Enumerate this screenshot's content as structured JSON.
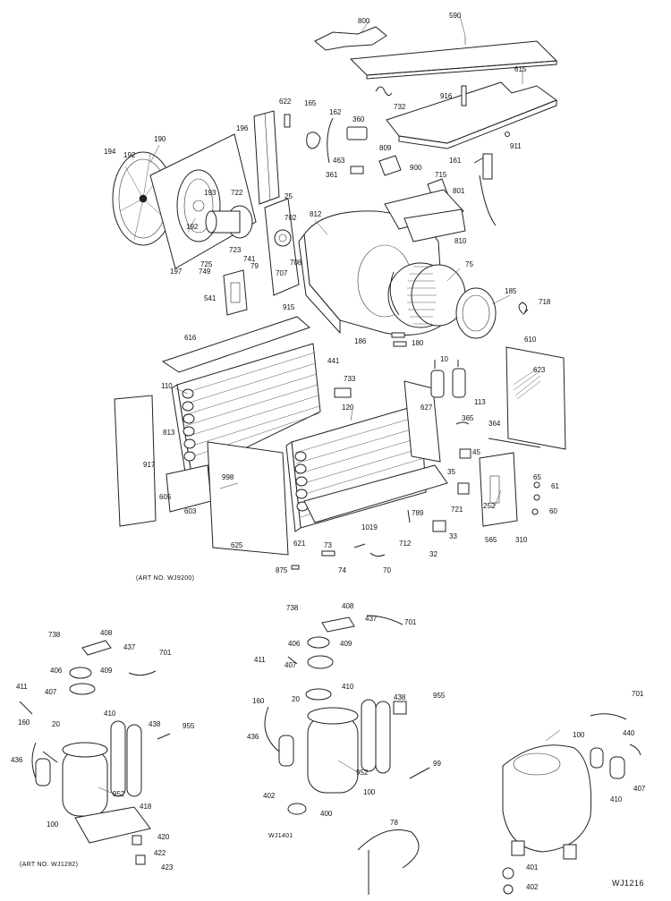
{
  "art_numbers": {
    "main": "(ART NO. WJ9200)",
    "bottom_left": "(ART NO. WJ1282)",
    "bottom_mid": "WJ1401",
    "corner_tag": "WJ1216"
  },
  "callouts": [
    {
      "id": "c800",
      "text": "800"
    },
    {
      "id": "c590",
      "text": "590"
    },
    {
      "id": "c615",
      "text": "615"
    },
    {
      "id": "c732",
      "text": "732"
    },
    {
      "id": "c916",
      "text": "916"
    },
    {
      "id": "c911",
      "text": "911"
    },
    {
      "id": "c622",
      "text": "622"
    },
    {
      "id": "c165",
      "text": "165"
    },
    {
      "id": "c162",
      "text": "162"
    },
    {
      "id": "c360",
      "text": "360"
    },
    {
      "id": "c196",
      "text": "196"
    },
    {
      "id": "c190",
      "text": "190"
    },
    {
      "id": "c194",
      "text": "194"
    },
    {
      "id": "c192a",
      "text": "192"
    },
    {
      "id": "c193",
      "text": "193"
    },
    {
      "id": "c192b",
      "text": "192"
    },
    {
      "id": "c722",
      "text": "722"
    },
    {
      "id": "c25",
      "text": "25"
    },
    {
      "id": "c463",
      "text": "463"
    },
    {
      "id": "c361",
      "text": "361"
    },
    {
      "id": "c809",
      "text": "809"
    },
    {
      "id": "c900",
      "text": "900"
    },
    {
      "id": "c715",
      "text": "715"
    },
    {
      "id": "c161",
      "text": "161"
    },
    {
      "id": "c801",
      "text": "801"
    },
    {
      "id": "c812",
      "text": "812"
    },
    {
      "id": "c702",
      "text": "702"
    },
    {
      "id": "c810",
      "text": "810"
    },
    {
      "id": "c725",
      "text": "725"
    },
    {
      "id": "c723",
      "text": "723"
    },
    {
      "id": "c741",
      "text": "741"
    },
    {
      "id": "c749",
      "text": "749"
    },
    {
      "id": "c79",
      "text": "79"
    },
    {
      "id": "c708",
      "text": "708"
    },
    {
      "id": "c707",
      "text": "707"
    },
    {
      "id": "c197",
      "text": "197"
    },
    {
      "id": "c75",
      "text": "75"
    },
    {
      "id": "c185",
      "text": "185"
    },
    {
      "id": "c718",
      "text": "718"
    },
    {
      "id": "c541",
      "text": "541"
    },
    {
      "id": "c915",
      "text": "915"
    },
    {
      "id": "c186",
      "text": "186"
    },
    {
      "id": "c180",
      "text": "180"
    },
    {
      "id": "c616",
      "text": "616"
    },
    {
      "id": "c441",
      "text": "441"
    },
    {
      "id": "c610",
      "text": "610"
    },
    {
      "id": "c10",
      "text": "10"
    },
    {
      "id": "c623",
      "text": "623"
    },
    {
      "id": "c110",
      "text": "110"
    },
    {
      "id": "c733",
      "text": "733"
    },
    {
      "id": "c113",
      "text": "113"
    },
    {
      "id": "c120",
      "text": "120"
    },
    {
      "id": "c627",
      "text": "627"
    },
    {
      "id": "c365",
      "text": "365"
    },
    {
      "id": "c364",
      "text": "364"
    },
    {
      "id": "c813",
      "text": "813"
    },
    {
      "id": "c45",
      "text": "45"
    },
    {
      "id": "c917",
      "text": "917"
    },
    {
      "id": "c998",
      "text": "998"
    },
    {
      "id": "c65",
      "text": "65"
    },
    {
      "id": "c35",
      "text": "35"
    },
    {
      "id": "c61",
      "text": "61"
    },
    {
      "id": "c252",
      "text": "252"
    },
    {
      "id": "c605",
      "text": "605"
    },
    {
      "id": "c603",
      "text": "603"
    },
    {
      "id": "c789",
      "text": "789"
    },
    {
      "id": "c721",
      "text": "721"
    },
    {
      "id": "c60",
      "text": "60"
    },
    {
      "id": "c1019",
      "text": "1019"
    },
    {
      "id": "c712",
      "text": "712"
    },
    {
      "id": "c33",
      "text": "33"
    },
    {
      "id": "c565",
      "text": "565"
    },
    {
      "id": "c310",
      "text": "310"
    },
    {
      "id": "c625",
      "text": "625"
    },
    {
      "id": "c621",
      "text": "621"
    },
    {
      "id": "c73",
      "text": "73"
    },
    {
      "id": "c32",
      "text": "32"
    },
    {
      "id": "c875",
      "text": "875"
    },
    {
      "id": "c74",
      "text": "74"
    },
    {
      "id": "c70",
      "text": "70"
    },
    {
      "id": "l738",
      "text": "738"
    },
    {
      "id": "l408",
      "text": "408"
    },
    {
      "id": "l437",
      "text": "437"
    },
    {
      "id": "l701",
      "text": "701"
    },
    {
      "id": "l406",
      "text": "406"
    },
    {
      "id": "l409",
      "text": "409"
    },
    {
      "id": "l411",
      "text": "411"
    },
    {
      "id": "l407",
      "text": "407"
    },
    {
      "id": "l410",
      "text": "410"
    },
    {
      "id": "l160",
      "text": "160"
    },
    {
      "id": "l20",
      "text": "20"
    },
    {
      "id": "l438",
      "text": "438"
    },
    {
      "id": "l955",
      "text": "955"
    },
    {
      "id": "l436",
      "text": "436"
    },
    {
      "id": "l952",
      "text": "952"
    },
    {
      "id": "l418",
      "text": "418"
    },
    {
      "id": "l100",
      "text": "100"
    },
    {
      "id": "l420",
      "text": "420"
    },
    {
      "id": "l422",
      "text": "422"
    },
    {
      "id": "l423",
      "text": "423"
    },
    {
      "id": "m738",
      "text": "738"
    },
    {
      "id": "m408",
      "text": "408"
    },
    {
      "id": "m437",
      "text": "437"
    },
    {
      "id": "m701",
      "text": "701"
    },
    {
      "id": "m406",
      "text": "406"
    },
    {
      "id": "m409",
      "text": "409"
    },
    {
      "id": "m411",
      "text": "411"
    },
    {
      "id": "m407",
      "text": "407"
    },
    {
      "id": "m410",
      "text": "410"
    },
    {
      "id": "m160",
      "text": "160"
    },
    {
      "id": "m20",
      "text": "20"
    },
    {
      "id": "m438",
      "text": "438"
    },
    {
      "id": "m955",
      "text": "955"
    },
    {
      "id": "m436",
      "text": "436"
    },
    {
      "id": "m952",
      "text": "952"
    },
    {
      "id": "m99",
      "text": "99"
    },
    {
      "id": "m402",
      "text": "402"
    },
    {
      "id": "m400",
      "text": "400"
    },
    {
      "id": "m100",
      "text": "100"
    },
    {
      "id": "m78",
      "text": "78"
    },
    {
      "id": "r701",
      "text": "701"
    },
    {
      "id": "r100",
      "text": "100"
    },
    {
      "id": "r440",
      "text": "440"
    },
    {
      "id": "r407",
      "text": "407"
    },
    {
      "id": "r410",
      "text": "410"
    },
    {
      "id": "r401",
      "text": "401"
    },
    {
      "id": "r402",
      "text": "402"
    }
  ]
}
